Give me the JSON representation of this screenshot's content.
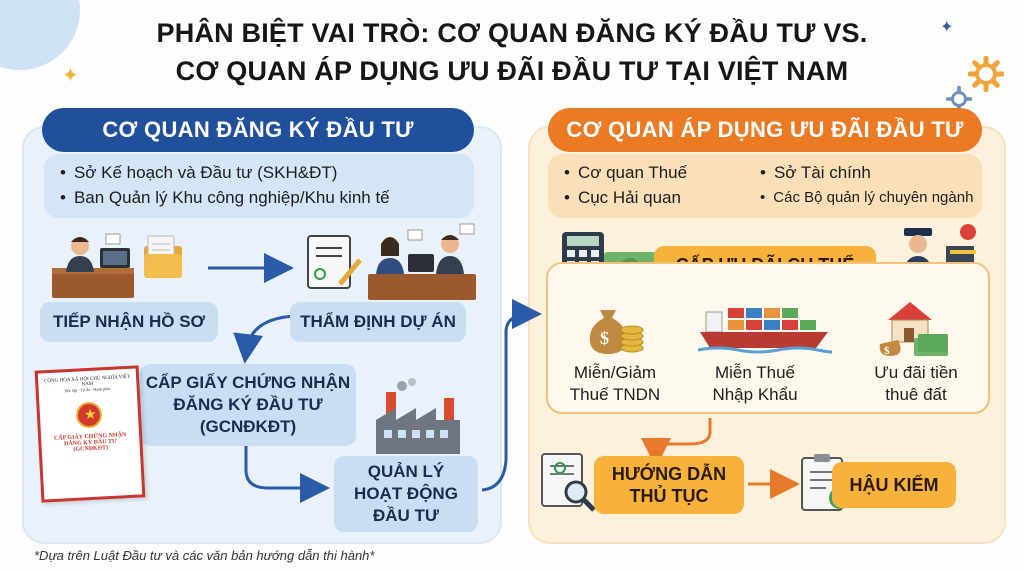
{
  "title": {
    "line1": "PHÂN BIỆT VAI TRÒ: CƠ QUAN ĐĂNG KÝ ĐẦU TƯ VS.",
    "line2": "CƠ QUAN ÁP DỤNG ƯU ĐÃI ĐẦU TƯ TẠI VIỆT NAM"
  },
  "left_panel": {
    "header": "CƠ QUAN ĐĂNG KÝ ĐẦU TƯ",
    "agencies": [
      "Sở Kế hoạch và Đầu tư (SKH&ĐT)",
      "Ban Quản lý Khu công nghiệp/Khu kinh tế"
    ],
    "steps": {
      "receive": "TIẾP NHẬN HỒ SƠ",
      "appraise": "THẨM ĐỊNH DỰ ÁN",
      "certificate_l1": "CẤP GIẤY CHỨNG NHẬN",
      "certificate_l2": "ĐĂNG KÝ ĐẦU TƯ",
      "certificate_l3": "(GCNĐKĐT)",
      "manage_l1": "QUẢN LÝ",
      "manage_l2": "HOẠT ĐỘNG",
      "manage_l3": "ĐẦU TƯ"
    },
    "document": {
      "header_small": "CỘNG HÒA XÃ HỘI CHỦ NGHĨA VIỆT NAM",
      "motto_small": "Độc lập - Tự do - Hạnh phúc",
      "title_l1": "CẤP GIẤY CHỨNG NHẬN",
      "title_l2": "ĐĂNG KÝ ĐẦU TƯ",
      "title_l3": "(GCNĐKĐT)"
    }
  },
  "right_panel": {
    "header": "CƠ QUAN ÁP DỤNG ƯU ĐÃI ĐẦU TƯ",
    "agencies_col1": [
      "Cơ quan Thuế",
      "Cục Hải quan"
    ],
    "agencies_col2": [
      "Sở Tài chính",
      "Các Bộ quản lý chuyên ngành"
    ],
    "grant_label": "CẤP ƯU ĐÃI CỤ THỂ",
    "incentives": [
      {
        "line1": "Miễn/Giảm",
        "line2": "Thuế TNDN"
      },
      {
        "line1": "Miễn Thuế",
        "line2": "Nhập Khẩu"
      },
      {
        "line1": "Ưu đãi tiền",
        "line2": "thuê đất"
      }
    ],
    "guide_l1": "HƯỚNG DẪN",
    "guide_l2": "THỦ TỤC",
    "post_check": "HẬU KIỂM"
  },
  "footnote": "*Dựa trên Luật Đầu tư và các văn bản hướng dẫn thi hành*",
  "colors": {
    "left_header": "#20509b",
    "right_header": "#eb7a25",
    "left_step": "#c9def4",
    "right_step": "#f7b23b",
    "arrow_blue": "#2a5aa8",
    "arrow_orange": "#e8782a"
  },
  "icons": [
    "sparkle-icon",
    "gear-icon",
    "document-icon",
    "folder-icon",
    "clipboard-icon",
    "factory-icon",
    "calculator-icon",
    "money-bag-icon",
    "ship-icon",
    "house-icon",
    "customs-officer-icon",
    "magnifier-icon",
    "checklist-icon"
  ]
}
